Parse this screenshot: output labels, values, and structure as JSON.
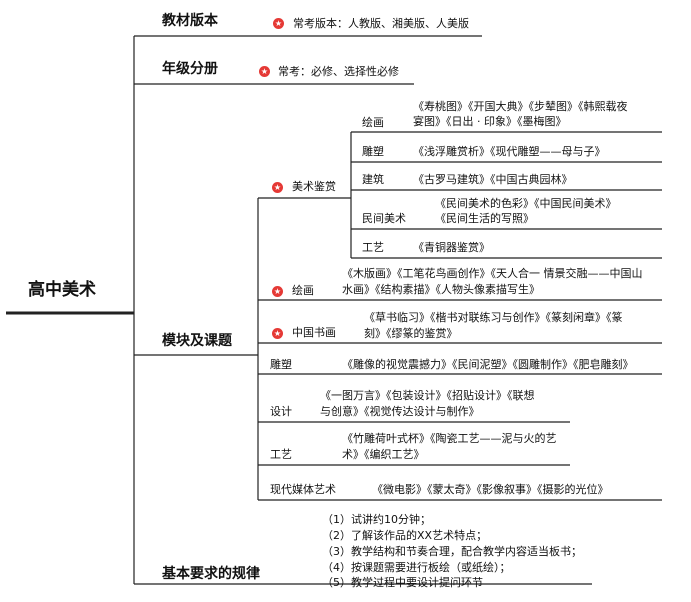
{
  "root": "高中美术",
  "textbook": {
    "label": "教材版本",
    "note": "常考版本：人教版、湘美版、人美版"
  },
  "grade": {
    "label": "年级分册",
    "note": "常考：必修、选择性必修"
  },
  "modules": {
    "label": "模块及课题",
    "appreciation": {
      "label": "美术鉴赏",
      "items": [
        {
          "label": "绘画",
          "lines": [
            "《寿桃图》《开国大典》《步辇图》《韩熙载夜",
            "宴图》《日出 · 印象》《墨梅图》"
          ]
        },
        {
          "label": "雕塑",
          "lines": [
            "《浅浮雕赏析》《现代雕塑——母与子》"
          ]
        },
        {
          "label": "建筑",
          "lines": [
            "《古罗马建筑》《中国古典园林》"
          ]
        },
        {
          "label": "民间美术",
          "lines": [
            "《民间美术的色彩》《中国民间美术》",
            "《民间生活的写照》"
          ]
        },
        {
          "label": "工艺",
          "lines": [
            "《青铜器鉴赏》"
          ]
        }
      ]
    },
    "painting": {
      "label": "绘画",
      "lines": [
        "《木版画》《工笔花鸟画创作》《天人合一 情景交融——中国山",
        "水画》《结构素描》《人物头像素描写生》"
      ]
    },
    "calligraphy": {
      "label": "中国书画",
      "lines": [
        "《草书临习》《楷书对联练习与创作》《篆刻闲章》《篆",
        "刻》《缪篆的鉴赏》"
      ]
    },
    "sculpture": {
      "label": "雕塑",
      "lines": [
        "《雕像的视觉震撼力》《民间泥塑》《圆雕制作》《肥皂雕刻》"
      ]
    },
    "design": {
      "label": "设计",
      "lines": [
        "《一图万言》《包装设计》《招贴设计》《联想",
        "与创意》《视觉传达设计与制作》"
      ]
    },
    "craft": {
      "label": "工艺",
      "lines": [
        "《竹雕荷叶式杯》《陶瓷工艺——泥与火的艺",
        "术》《编织工艺》"
      ]
    },
    "media": {
      "label": "现代媒体艺术",
      "lines": [
        "《微电影》《蒙太奇》《影像叙事》《摄影的光位》"
      ]
    }
  },
  "rules": {
    "label": "基本要求的规律",
    "items": [
      "（1）试讲约10分钟；",
      "（2）了解该作品的XX艺术特点；",
      "（3）教学结构和节奏合理，配合教学内容适当板书；",
      "（4）按课题需要进行板绘（或纸绘）；",
      "（5）教学过程中要设计提问环节"
    ]
  }
}
